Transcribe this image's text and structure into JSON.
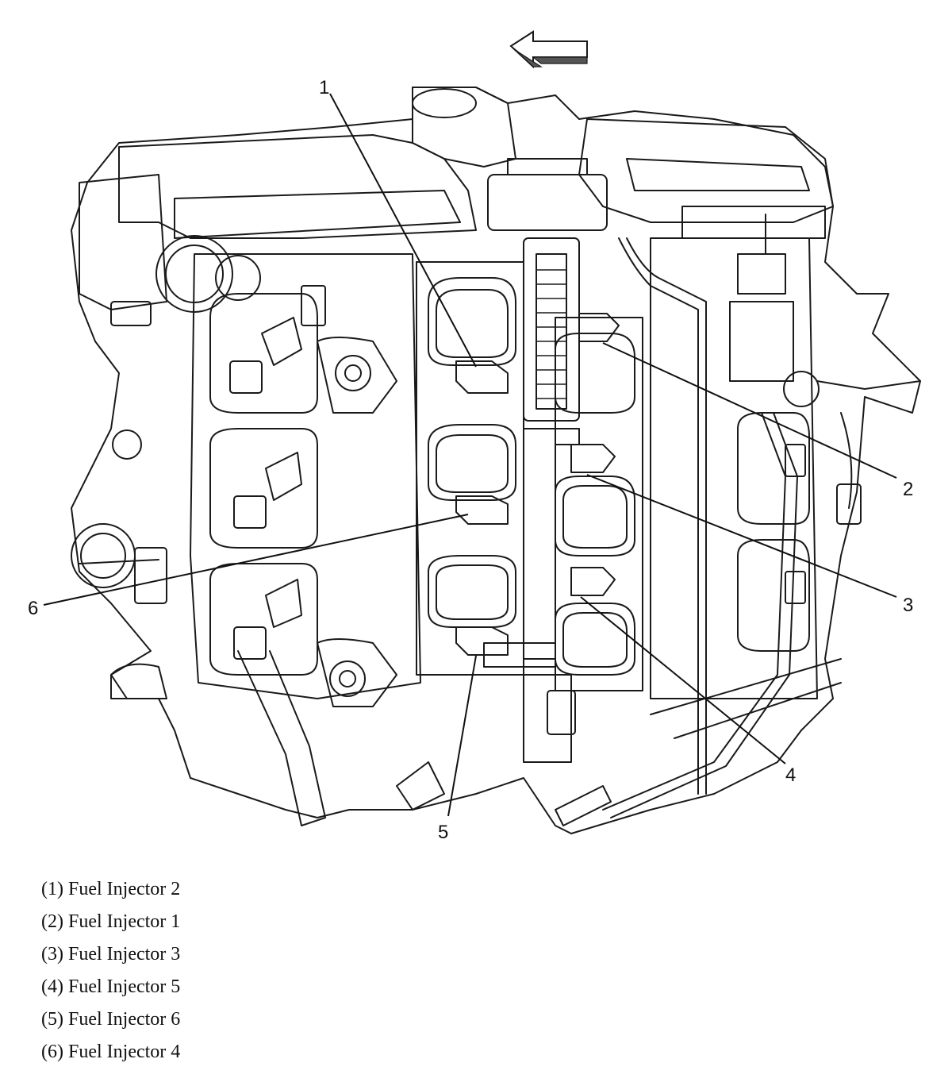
{
  "diagram": {
    "callouts": [
      {
        "id": "1",
        "text": "1"
      },
      {
        "id": "2",
        "text": "2"
      },
      {
        "id": "3",
        "text": "3"
      },
      {
        "id": "4",
        "text": "4"
      },
      {
        "id": "5",
        "text": "5"
      },
      {
        "id": "6",
        "text": "6"
      }
    ],
    "icons": [
      "direction-arrow-left-icon",
      "engine-illustration"
    ]
  },
  "legend": {
    "items": [
      "(1) Fuel Injector 2",
      "(2) Fuel Injector 1",
      "(3) Fuel Injector 3",
      "(4) Fuel Injector 5",
      "(5) Fuel Injector 6",
      "(6) Fuel Injector 4"
    ]
  }
}
